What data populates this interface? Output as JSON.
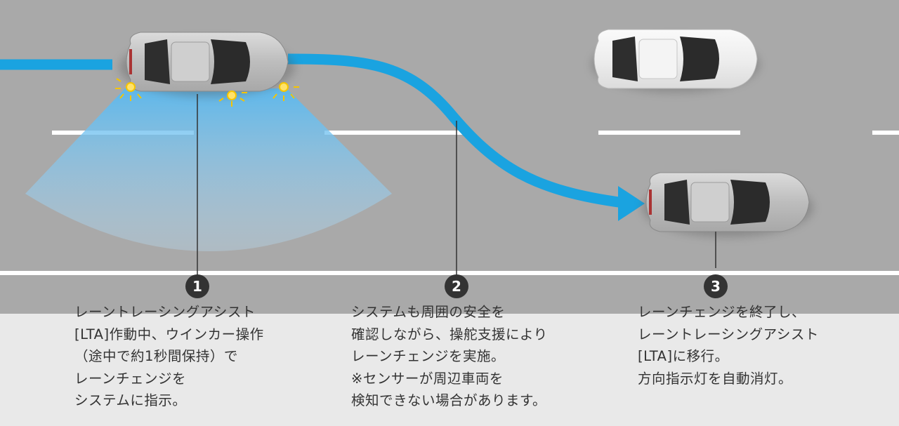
{
  "steps": [
    {
      "number": "1",
      "lines": [
        "レーントレーシングアシスト",
        "[LTA]作動中、ウインカー操作",
        "（途中で約1秒間保持）で",
        "レーンチェンジを",
        "システムに指示。"
      ]
    },
    {
      "number": "2",
      "lines": [
        "システムも周囲の安全を",
        "確認しながら、操舵支援により",
        "レーンチェンジを実施。",
        "※センサーが周辺車両を",
        "検知できない場合があります。"
      ]
    },
    {
      "number": "3",
      "lines": [
        "レーンチェンジを終了し、",
        "レーントレーシングアシスト",
        "[LTA]に移行。",
        "方向指示灯を自動消灯。"
      ]
    }
  ],
  "colors": {
    "road": "#a9a9a9",
    "lane_marking": "#ffffff",
    "path": "#1aa3e0",
    "sensor_zone": "#7fc6f0",
    "car_silver": "#c8c8c8",
    "car_white": "#f2f2f2",
    "indicator": "#f5c400",
    "text": "#333333"
  }
}
